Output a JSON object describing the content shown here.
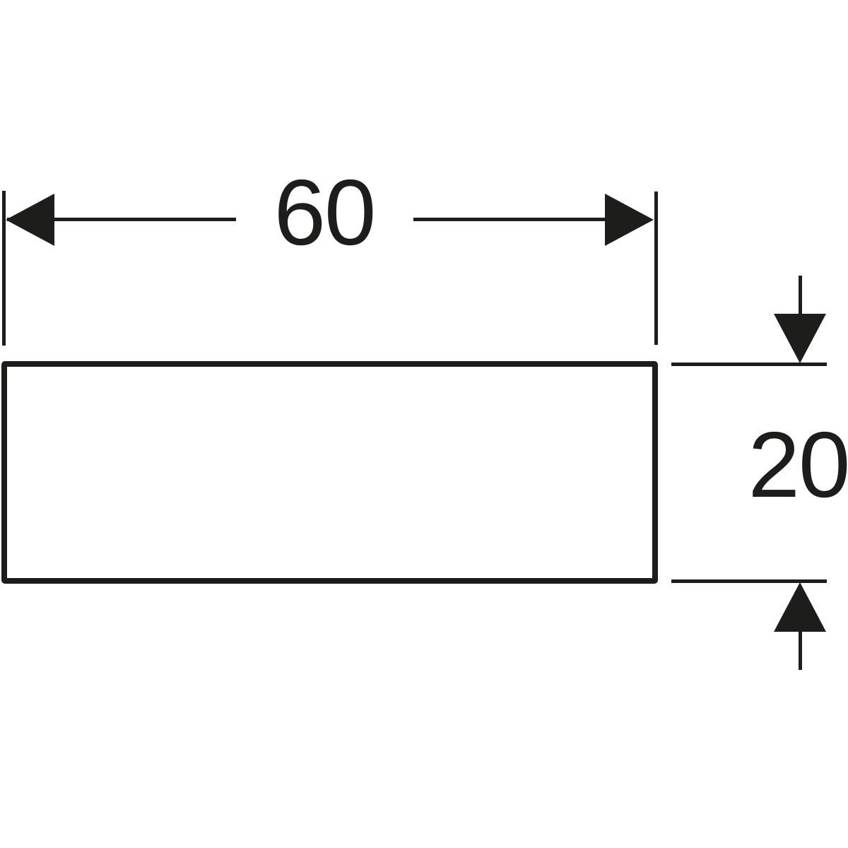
{
  "diagram": {
    "type": "technical-dimension-drawing",
    "shape": "rectangle-outline",
    "width_dimension": {
      "label": "60",
      "start_icon": "arrow-left-icon",
      "end_icon": "arrow-right-icon"
    },
    "height_dimension": {
      "label": "20",
      "top_icon": "arrow-down-icon",
      "bottom_icon": "arrow-up-icon"
    },
    "colors": {
      "line": "#1d1d1b",
      "background": "#ffffff"
    }
  }
}
